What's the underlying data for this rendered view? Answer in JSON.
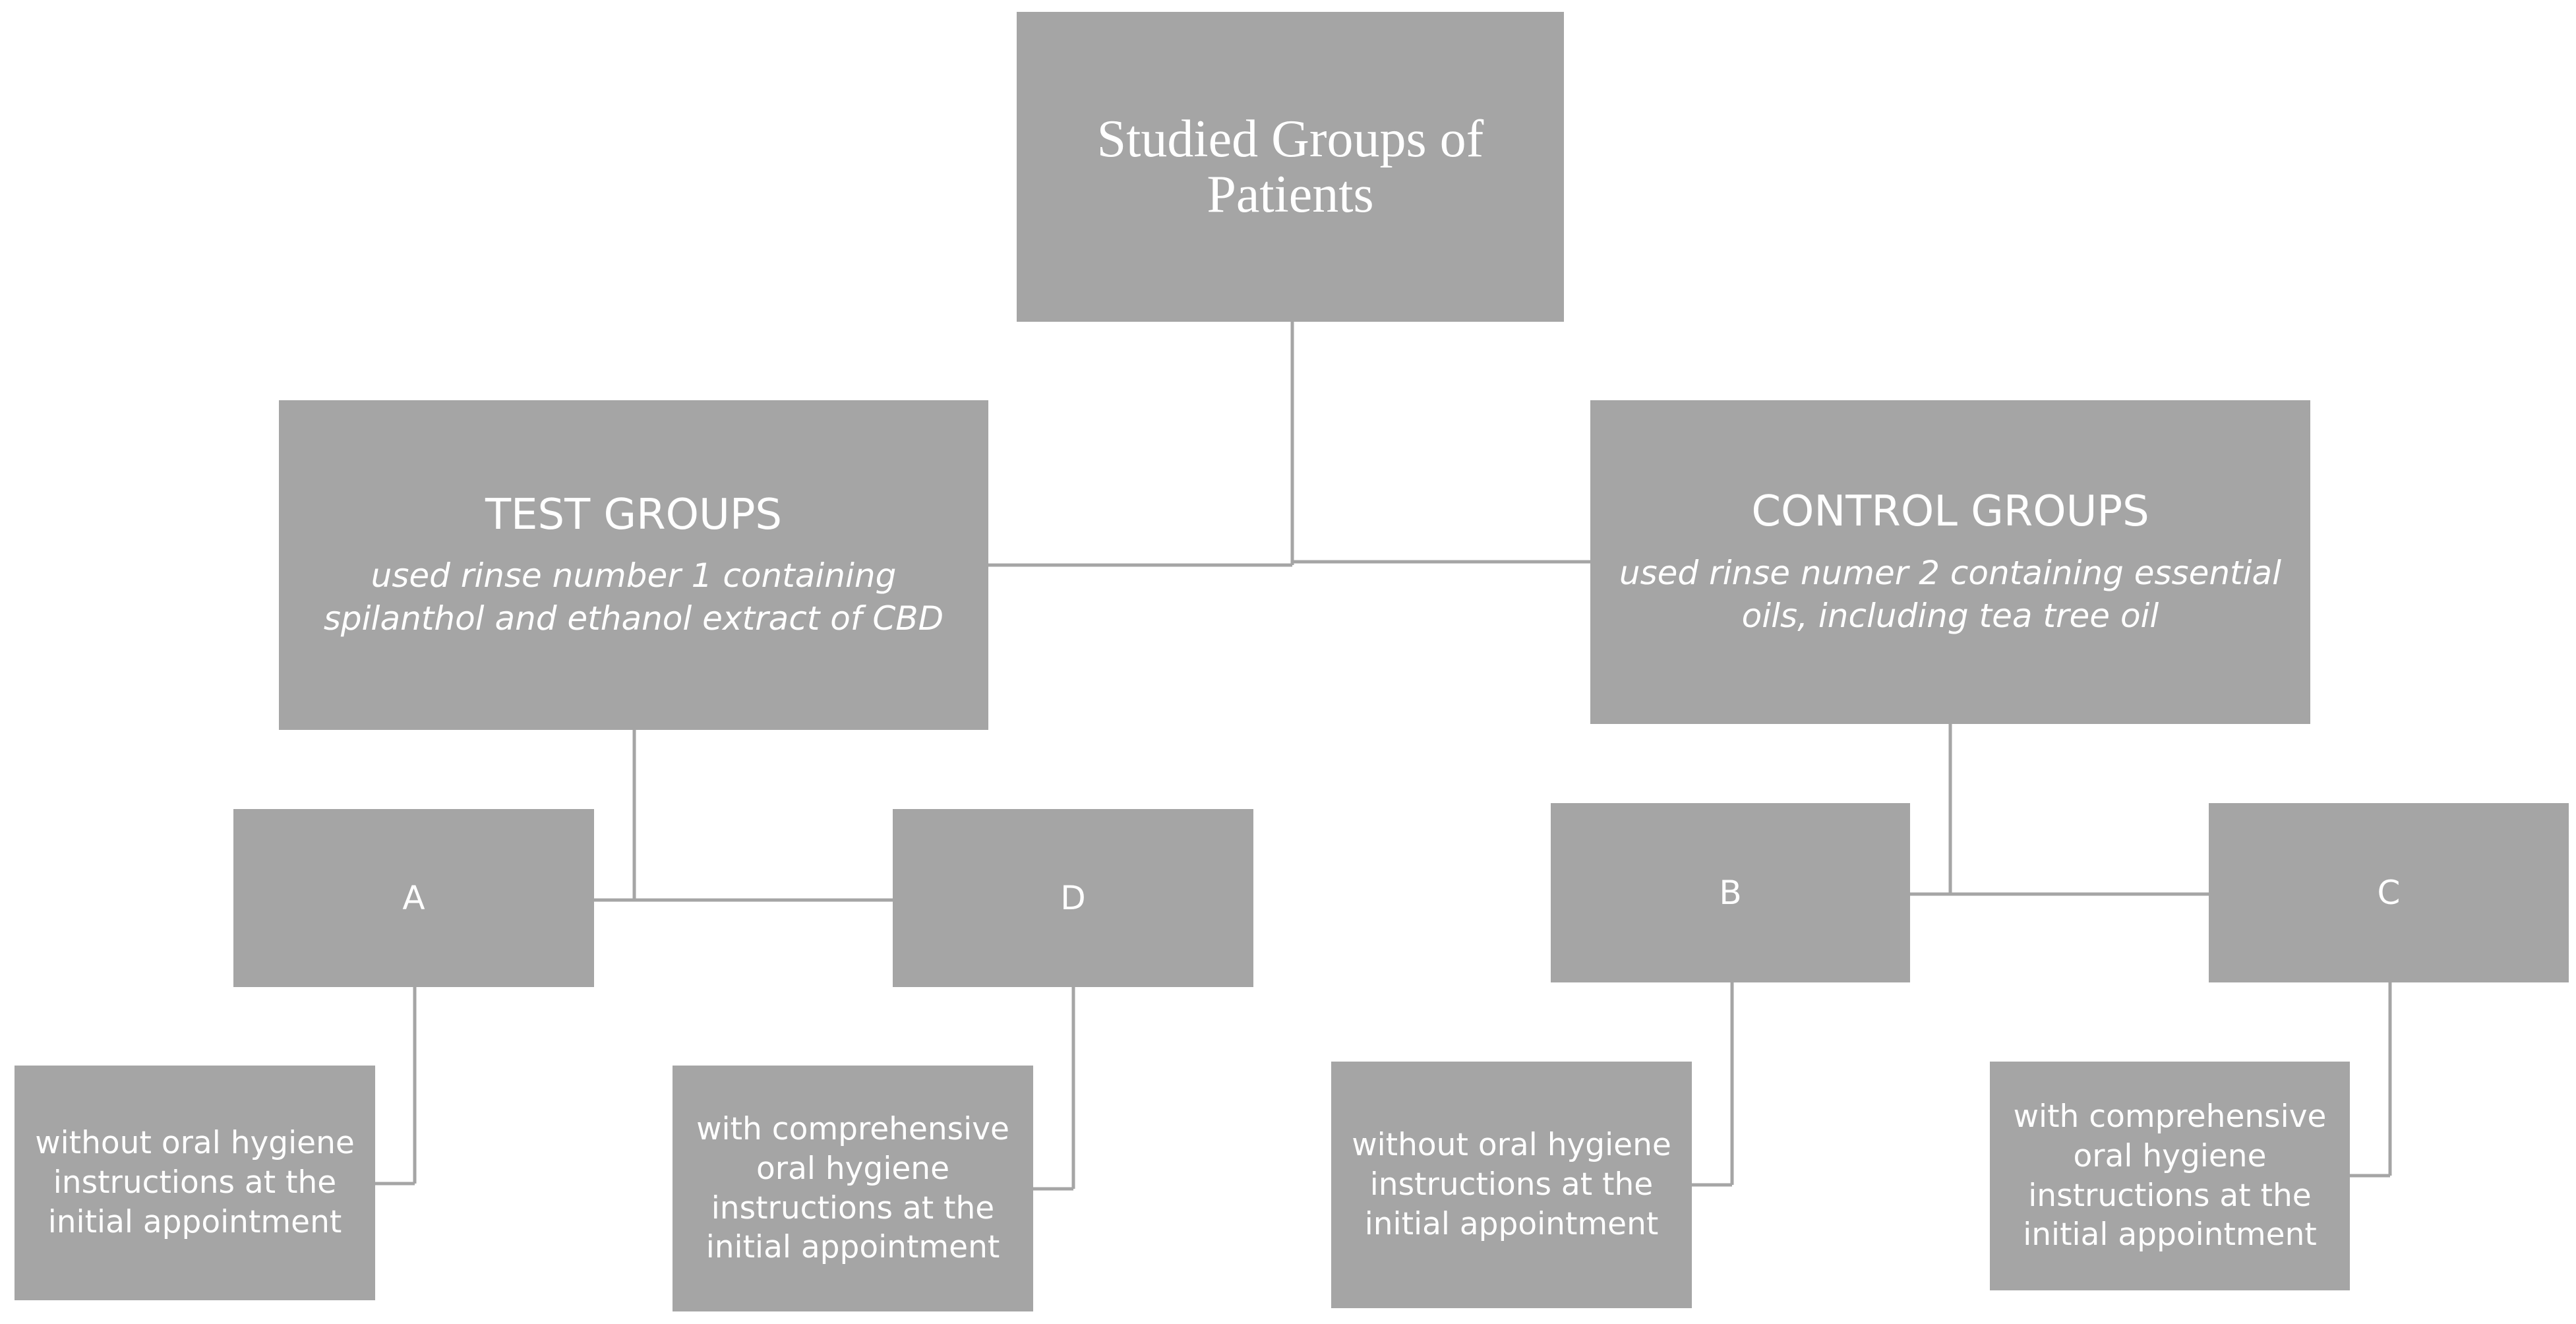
{
  "diagram": {
    "root": {
      "title": "Studied Groups of Patients"
    },
    "test_group": {
      "title": "TEST GROUPS",
      "description": "used rinse number 1 containing spilanthol and ethanol extract of CBD"
    },
    "control_group": {
      "title": "CONTROL GROUPS",
      "description": "used rinse numer 2 containing essential oils, including tea tree oil"
    },
    "subgroups": {
      "a": {
        "label": "A",
        "detail": "without oral hygiene instructions at the initial appointment"
      },
      "d": {
        "label": "D",
        "detail": "with comprehensive oral hygiene instructions at the initial appointment"
      },
      "b": {
        "label": "B",
        "detail": "without oral hygiene instructions at the initial appointment"
      },
      "c": {
        "label": "C",
        "detail": "with comprehensive oral hygiene instructions at the initial appointment"
      }
    },
    "colors": {
      "box_fill": "#a5a5a5",
      "text": "#ffffff",
      "connector": "#a5a5a5"
    }
  }
}
